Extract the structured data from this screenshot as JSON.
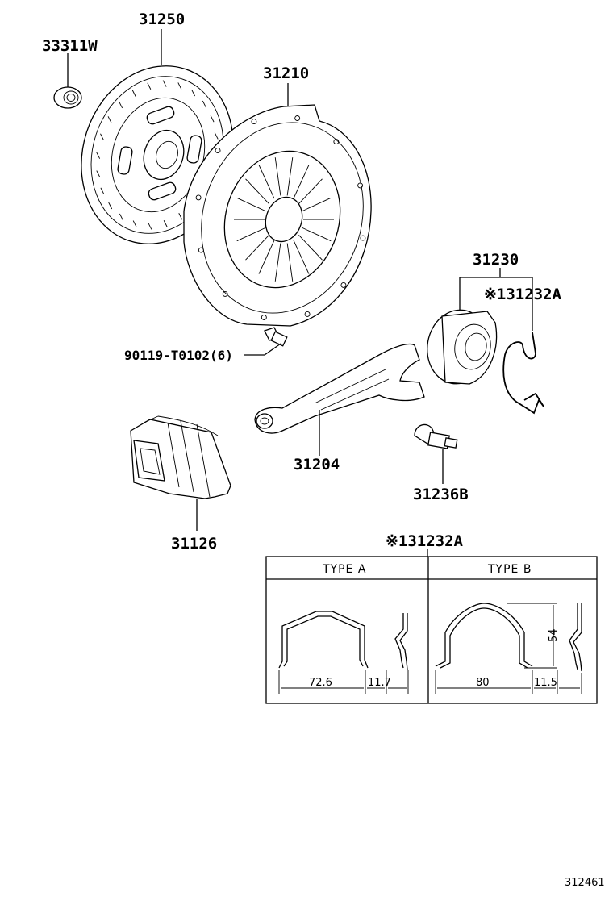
{
  "parts": {
    "p33311w": "33311W",
    "p31250": "31250",
    "p31210": "31210",
    "p90119": "90119-T0102(6)",
    "p31230": "31230",
    "p31232a": "※131232A",
    "p31204": "31204",
    "p31236b": "31236B",
    "p31126": "31126"
  },
  "detail": {
    "title": "※131232A",
    "type_a": "TYPE A",
    "type_b": "TYPE B",
    "dims_a": {
      "width": "72.6",
      "depth": "11.7"
    },
    "dims_b": {
      "width": "80",
      "depth": "11.5",
      "height": "54"
    }
  },
  "ref_number": "312461"
}
